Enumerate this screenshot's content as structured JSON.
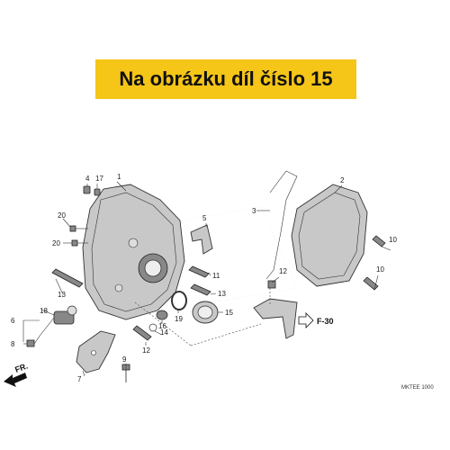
{
  "banner": {
    "text": "Na obrázku díl číslo 15"
  },
  "callouts": {
    "c1": "1",
    "c2": "2",
    "c3": "3",
    "c4": "4",
    "c5": "5",
    "c6": "6",
    "c7": "7",
    "c8": "8",
    "c9": "9",
    "c10a": "10",
    "c10b": "10",
    "c11": "11",
    "c12a": "12",
    "c12b": "12",
    "c13a": "13",
    "c13b": "13",
    "c14": "14",
    "c15": "15",
    "c16": "16",
    "c17": "17",
    "c18": "18",
    "c19": "19",
    "c20a": "20",
    "c20b": "20"
  },
  "references": {
    "f30": "F-30",
    "fr": "FR."
  },
  "diagram_code": "MKTEE 1000",
  "colors": {
    "banner": "#f5c518"
  }
}
